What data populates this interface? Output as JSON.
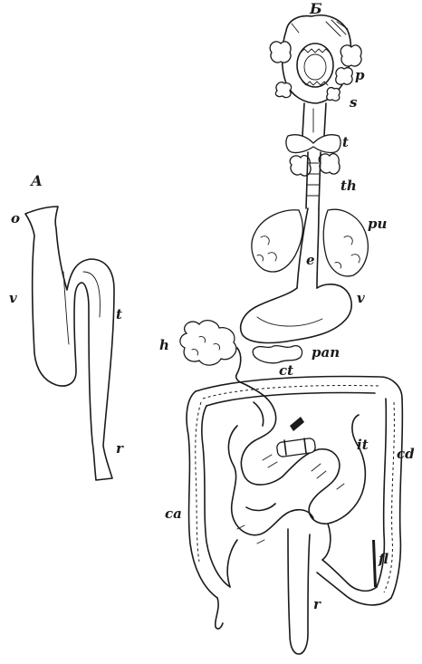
{
  "panel_a": {
    "title": "А",
    "labels": {
      "o": "o",
      "v": "v",
      "t": "t",
      "r": "r"
    }
  },
  "panel_b": {
    "title": "Б",
    "labels": {
      "p": "p",
      "s": "s",
      "t": "t",
      "th": "th",
      "pu": "pu",
      "e": "e",
      "v": "v",
      "h": "h",
      "pan": "pan",
      "ct": "ct",
      "it": "it",
      "cd": "cd",
      "ca": "ca",
      "fl": "fl",
      "r": "r"
    }
  },
  "colors": {
    "ink": "#1a1a1a",
    "paper": "#ffffff"
  }
}
